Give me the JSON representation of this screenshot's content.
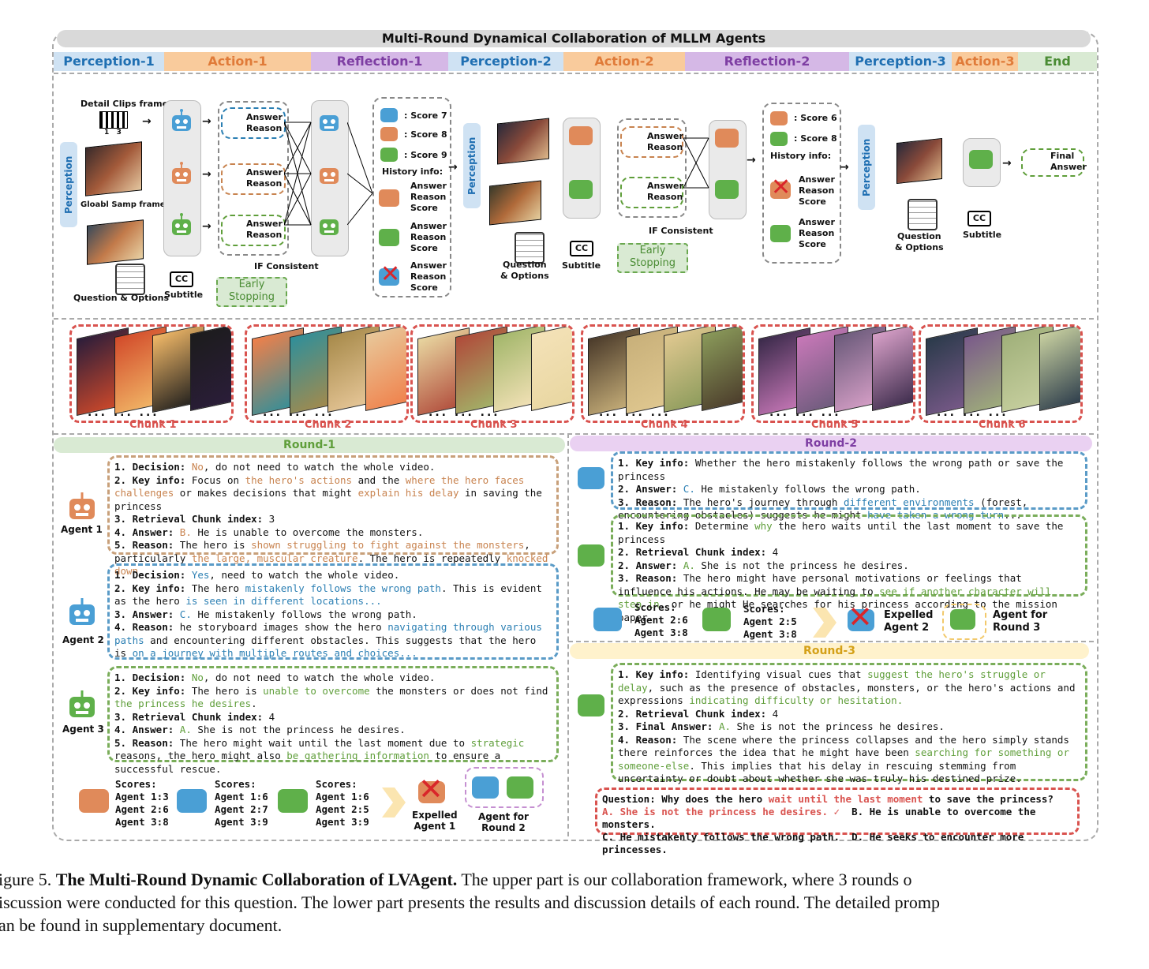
{
  "title": "Multi-Round Dynamical Collaboration of MLLM Agents",
  "phases": [
    {
      "label": "Perception-1",
      "color": "#1f6fb2",
      "bg": "#cfe2f3"
    },
    {
      "label": "Action-1",
      "color": "#e07b39",
      "bg": "#f9cb9c"
    },
    {
      "label": "Reflection-1",
      "color": "#7e3ea3",
      "bg": "#d5b8e6"
    },
    {
      "label": "Perception-2",
      "color": "#1f6fb2",
      "bg": "#cfe2f3"
    },
    {
      "label": "Action-2",
      "color": "#e07b39",
      "bg": "#f9cb9c"
    },
    {
      "label": "Reflection-2",
      "color": "#7e3ea3",
      "bg": "#d5b8e6"
    },
    {
      "label": "Perception-3",
      "color": "#1f6fb2",
      "bg": "#cfe2f3"
    },
    {
      "label": "Action-3",
      "color": "#e07b39",
      "bg": "#f9cb9c"
    },
    {
      "label": "End",
      "color": "#4a8c34",
      "bg": "#d9ead3"
    }
  ],
  "framework": {
    "perception": "Perception",
    "detail_clips": "Detail Clips frames",
    "clip_nums": "1   3",
    "global_frames": "Gloabl Samp frame",
    "question_options": "Question & Options",
    "question_options_2": "Question\n& Options",
    "subtitle": "Subtitle",
    "cc": "CC",
    "answer_reason": "Answer\nReason",
    "if_consistent": "IF Consistent",
    "early_stopping": "Early\nStopping",
    "score7": ": Score 7",
    "score8": ": Score 8",
    "score9": ": Score 9",
    "score6": ": Score 6",
    "history_info": "History info:",
    "ars": "Answer\nReason\nScore",
    "final_answer": "Final\nAnswer"
  },
  "chunks": [
    "Chunk 1",
    "Chunk 2",
    "Chunk 3",
    "Chunk 4",
    "Chunk 5",
    "Chunk 6"
  ],
  "rounds": {
    "r1": "Round-1",
    "r2": "Round-2",
    "r3": "Round-3"
  },
  "agents": {
    "a1": "Agent 1",
    "a2": "Agent 2",
    "a3": "Agent 3"
  },
  "scores": {
    "r1_a1": "Scores:\nAgent 1:3\nAgent 2:6\nAgent 3:8",
    "r1_a2": "Scores:\nAgent 1:6\nAgent 2:7\nAgent 3:9",
    "r1_a3": "Scores:\nAgent 1:6\nAgent 2:5\nAgent 3:9",
    "r2_a2": "Scores:\nAgent 2:6\nAgent 3:8",
    "r2_a3": "Scores:\nAgent 2:5\nAgent 3:8"
  },
  "expelled_1": "Expelled\nAgent 1",
  "agent_round2": "Agent for\nRound 2",
  "expelled_2": "Expelled\nAgent 2",
  "agent_round3": "Agent for\nRound 3",
  "caption_fig": "igure 5.",
  "caption_bold": "The Multi-Round Dynamic Collaboration of LVAgent.",
  "caption_1": "The upper part is our collaboration framework, where 3 rounds o",
  "caption_2": "iscussion were conducted for this question. The lower part presents the results and discussion details of each round. The detailed promp",
  "caption_3": "an be found in supplementary document."
}
